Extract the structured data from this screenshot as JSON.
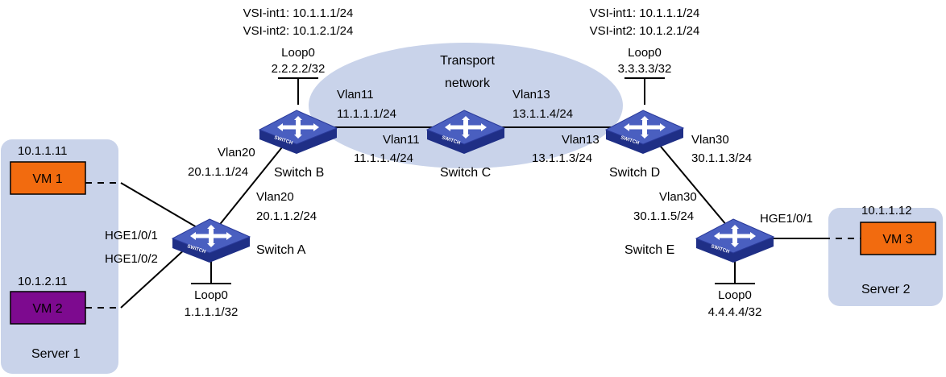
{
  "colors": {
    "server_bg": "#c9d3ea",
    "transport_bg": "#c9d3ea",
    "switch_top": "#4a5fc0",
    "switch_side": "#1f2f86",
    "vm_orange": "#f26b0f",
    "vm_purple": "#7d0a8f",
    "line": "#000000"
  },
  "icons": {
    "switch": "switch-icon",
    "vm": "vm-box"
  },
  "transport": {
    "line1": "Transport",
    "line2": "network"
  },
  "switches": {
    "A": {
      "name": "Switch A",
      "icon_label": "SWITCH"
    },
    "B": {
      "name": "Switch B",
      "icon_label": "SWITCH"
    },
    "C": {
      "name": "Switch C",
      "icon_label": "SWITCH"
    },
    "D": {
      "name": "Switch D",
      "icon_label": "SWITCH"
    },
    "E": {
      "name": "Switch E",
      "icon_label": "SWITCH"
    }
  },
  "servers": {
    "s1": {
      "name": "Server 1",
      "vm1": {
        "label": "VM 1",
        "ip": "10.1.1.11"
      },
      "vm2": {
        "label": "VM 2",
        "ip": "10.1.2.11"
      }
    },
    "s2": {
      "name": "Server 2",
      "vm3": {
        "label": "VM 3",
        "ip": "10.1.1.12"
      }
    }
  },
  "ports": {
    "a_p1": "HGE1/0/1",
    "a_p2": "HGE1/0/2",
    "e_p1": "HGE1/0/1"
  },
  "loopbacks": {
    "A": {
      "name": "Loop0",
      "ip": "1.1.1.1/32"
    },
    "B": {
      "name": "Loop0",
      "ip": "2.2.2.2/32"
    },
    "D": {
      "name": "Loop0",
      "ip": "3.3.3.3/32"
    },
    "E": {
      "name": "Loop0",
      "ip": "4.4.4.4/32"
    }
  },
  "vsi": {
    "B": {
      "int1": "VSI-int1: 10.1.1.1/24",
      "int2": "VSI-int2: 10.1.2.1/24"
    },
    "D": {
      "int1": "VSI-int1: 10.1.1.1/24",
      "int2": "VSI-int2: 10.1.2.1/24"
    }
  },
  "interfaces": {
    "b_v20": {
      "vlan": "Vlan20",
      "ip": "20.1.1.1/24"
    },
    "a_v20": {
      "vlan": "Vlan20",
      "ip": "20.1.1.2/24"
    },
    "b_v11": {
      "vlan": "Vlan11",
      "ip": "11.1.1.1/24"
    },
    "c_v11": {
      "vlan": "Vlan11",
      "ip": "11.1.1.4/24"
    },
    "c_v13": {
      "vlan": "Vlan13",
      "ip": "13.1.1.4/24"
    },
    "d_v13": {
      "vlan": "Vlan13",
      "ip": "13.1.1.3/24"
    },
    "d_v30": {
      "vlan": "Vlan30",
      "ip": "30.1.1.3/24"
    },
    "e_v30": {
      "vlan": "Vlan30",
      "ip": "30.1.1.5/24"
    }
  }
}
